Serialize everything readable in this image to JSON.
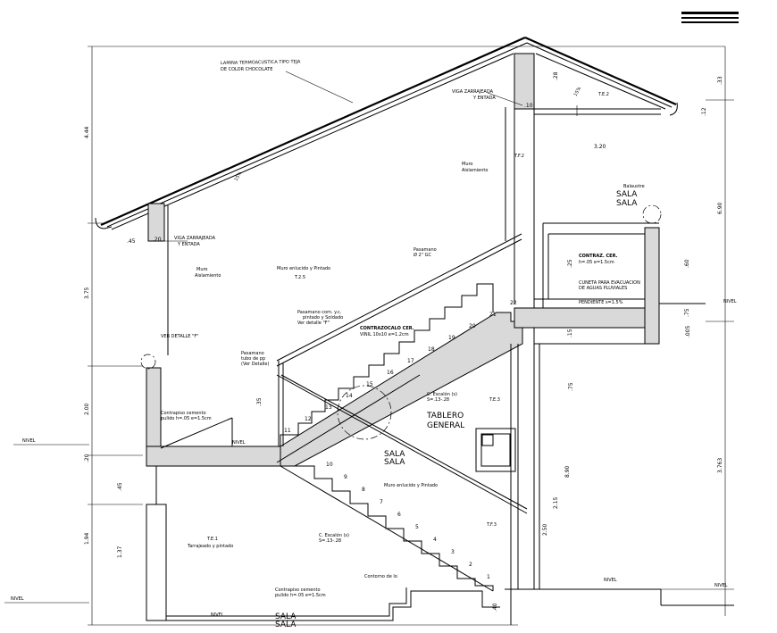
{
  "labels": {
    "roof_sheet": "LAMINA TERMOACUSTICA TIPO TEJA",
    "roof_sheet_2": "DE COLOR CHOCOLATE",
    "beam_top": "VIGA ZARRAJEADA",
    "beam_top_2": "Y ENTADA",
    "beam_left": "VIGA ZARRAJEADA",
    "beam_left_2": "Y ENTADA",
    "wall_finish_top": "Muro",
    "wall_finish_top_2": "Aislamiento",
    "wall_finish_left": "Muro",
    "wall_finish_left_2": "Aislamiento",
    "plaster_note": "Muro enlucido y Pintado",
    "plaster_code": "T.2.5",
    "handrail": "Pasamano",
    "handrail_2": "Ø 2\" GC",
    "handrail_note": "Pasamano com. y.c.",
    "handrail_note_2": "pintado y Soldado",
    "handrail_note_3": "Ver detalle \"F\"",
    "handrail_small": "Pasamano",
    "handrail_small_2": "tubo de pp",
    "handrail_small_3": "(Ver Detalle)",
    "stair_finish": "CONTRAZOCALO CER.",
    "stair_finish_2": "VINIL 10x10 e=1.2cm",
    "floor_finish_upper": "Contrapiso cemento",
    "floor_finish_upper_2": "pulido h=.05 e=1.5cm",
    "floor_finish_lower": "Contrapiso cemento",
    "floor_finish_lower_2": "pulido h=.05 e=1.5cm",
    "detail_f": "VER DETALLE \"F\"",
    "slab_note": "CONTRAZ. CER.",
    "slab_note_2": "h=.05 e=1.5cm",
    "drain_note": "CUNETA PARA EVACUACION",
    "drain_note_2": "DE AGUAS PLUVIALES",
    "slope_note": "PENDIENTE s=1.5%",
    "under_stair_plaster": "Muro enlucido y Pintado",
    "stair_detail_upper": "C. Escalón (s)",
    "stair_detail_upper_2": "S=.13-.28",
    "stair_detail_lower": "C. Escalón (s)",
    "stair_detail_lower_2": "S=.13-.28",
    "lower_room": "T.E.1",
    "lower_room_2": "Tarrajeado y pintado",
    "tablero_1": "TABLERO",
    "tablero_2": "GENERAL",
    "sala_upper_1": "SALA",
    "sala_upper_2": "SALA",
    "sala_mid_1": "SALA",
    "sala_mid_2": "SALA",
    "sala_bottom_1": "SALA",
    "sala_bottom_2": "SALA",
    "balcony": "Balaustre",
    "level": "NIVEL",
    "level_2": "NIVEL",
    "level_3": "NIVEL",
    "level_4": "NIVEL",
    "level_5": "NIVEL",
    "level_6": "NIVEL",
    "te2": "T.E.2",
    "te3": "T.E.3",
    "tf2": "T.F.2",
    "tf3": "T.F.3",
    "bottom_note": "Contorno de lo",
    "roof_slope": "15%",
    "roof_slope_r": "15%"
  },
  "dimensions": {
    "left_total": "4.44",
    "left_upper": "3.75",
    "left_mid": "2.00",
    "left_lower": "1.94",
    "left_lower_2": "1.37",
    "left_tiny": ".20",
    "left_45": ".45",
    "right_top": ".33",
    "right_total": "6.90",
    "right_lower": "3.763",
    "inner_890": "8.90",
    "inner_215": "2.15",
    "inner_250": "2.50",
    "inner_75": ".75",
    "dim_320": "3.20",
    "dim_60": ".60",
    "dim_45": ".45",
    "dim_75": ".75",
    "dim_35": ".35",
    "dim_25": ".25",
    "dim_20": ".20",
    "dim_15": ".15",
    "dim_10": ".10",
    "dim_12": ".12",
    "dim_28": ".28",
    "dim_40": ".40",
    "dim_005": ".005"
  },
  "step_numbers_upper": [
    "11",
    "12",
    "13",
    "14",
    "15",
    "16",
    "17",
    "18",
    "19",
    "20",
    "21",
    "22"
  ],
  "step_numbers_lower": [
    "10",
    "9",
    "8",
    "7",
    "6",
    "5",
    "4",
    "3",
    "2",
    "1"
  ]
}
